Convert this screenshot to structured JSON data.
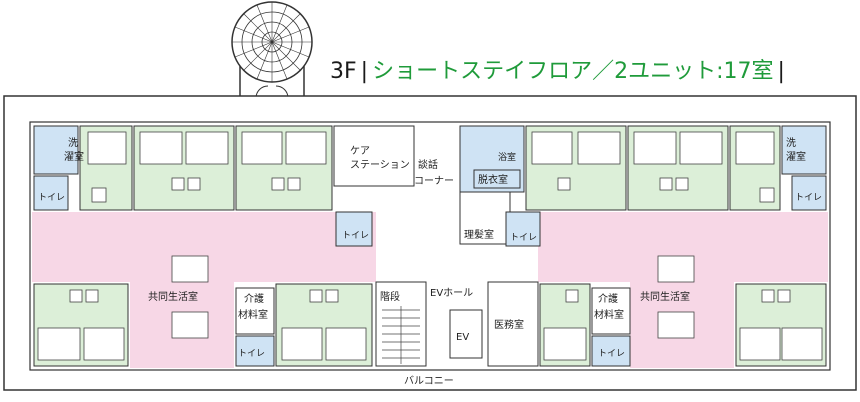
{
  "header": {
    "floor": "3F",
    "separator": "|",
    "description": "ショートステイフロア／2ユニット:17室",
    "end_separator": "|"
  },
  "labels": {
    "care_station_1": "ケア",
    "care_station_2": "ステーション",
    "lounge_1": "談話",
    "lounge_2": "コーナー",
    "laundry_left_1": "洗",
    "laundry_left_2": "濯室",
    "laundry_right_1": "洗",
    "laundry_right_2": "濯室",
    "toilet_left_upper": "トイレ",
    "toilet_center_upper": "トイレ",
    "toilet_right_upper": "トイレ",
    "toilet_left_lower": "トイレ",
    "toilet_right_lower": "トイレ",
    "toilet_barber": "トイレ",
    "bath": "浴室",
    "dressing": "脱衣室",
    "barber": "理髪室",
    "common_left": "共同生活室",
    "common_right": "共同生活室",
    "care_material_left_1": "介護",
    "care_material_left_2": "材料室",
    "care_material_right_1": "介護",
    "care_material_right_2": "材料室",
    "stairs": "階段",
    "ev_hall": "EVホール",
    "ev": "EV",
    "medical": "医務室",
    "balcony": "バルコニー"
  },
  "colors": {
    "room_green": "#dcefd8",
    "corridor_pink": "#f7d7e6",
    "wet_blue": "#cfe3f4",
    "title_green": "#1f9b3a",
    "line": "#333333"
  }
}
